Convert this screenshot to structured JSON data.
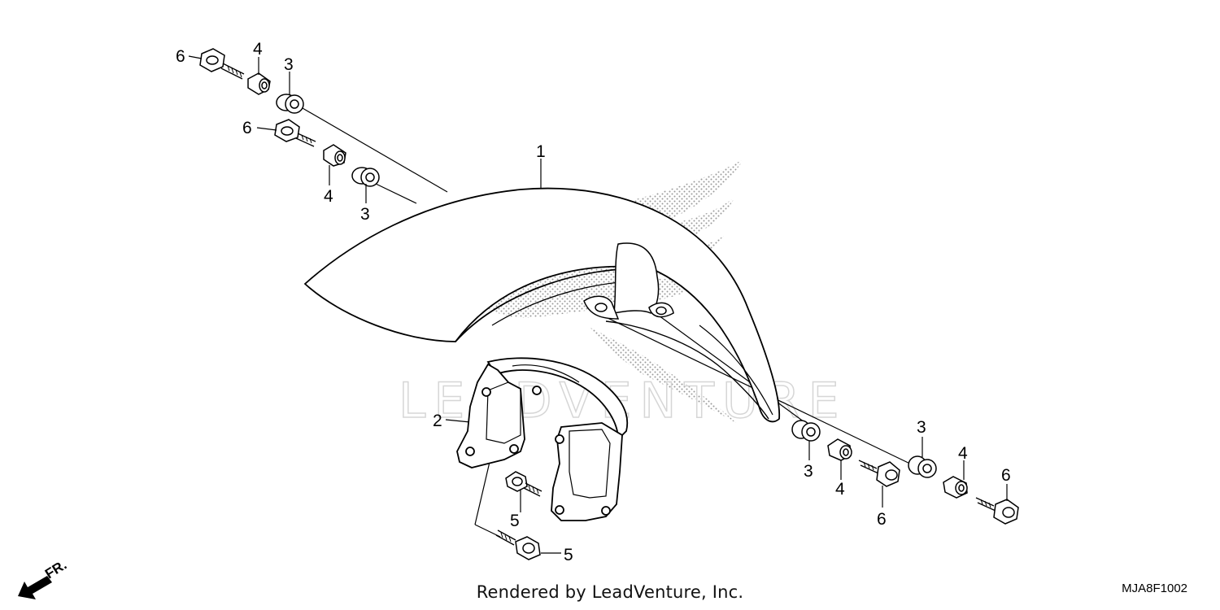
{
  "diagram": {
    "callouts": [
      {
        "id": "c1",
        "label": "1"
      },
      {
        "id": "c2",
        "label": "2"
      },
      {
        "id": "c3a",
        "label": "3"
      },
      {
        "id": "c3b",
        "label": "3"
      },
      {
        "id": "c3c",
        "label": "3"
      },
      {
        "id": "c3d",
        "label": "3"
      },
      {
        "id": "c4a",
        "label": "4"
      },
      {
        "id": "c4b",
        "label": "4"
      },
      {
        "id": "c4c",
        "label": "4"
      },
      {
        "id": "c4d",
        "label": "4"
      },
      {
        "id": "c5a",
        "label": "5"
      },
      {
        "id": "c5b",
        "label": "5"
      },
      {
        "id": "c6a",
        "label": "6"
      },
      {
        "id": "c6b",
        "label": "6"
      },
      {
        "id": "c6c",
        "label": "6"
      },
      {
        "id": "c6d",
        "label": "6"
      }
    ],
    "direction_label": "FR.",
    "watermark": "LEADVENTURE",
    "footer": "Rendered by LeadVenture, Inc.",
    "diagram_code": "MJA8F1002"
  }
}
